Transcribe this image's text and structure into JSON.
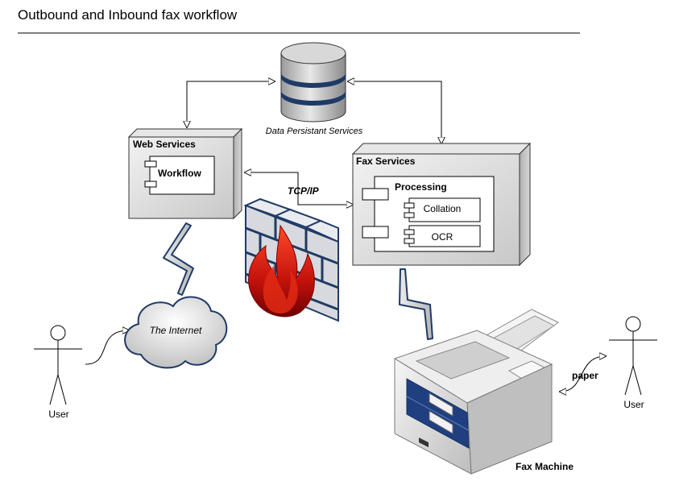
{
  "title": "Outbound and Inbound fax workflow",
  "nodes": {
    "database": {
      "label": "Data Persistant Services",
      "icon": "database-cylinder-icon"
    },
    "web_services": {
      "label": "Web Services",
      "component": "Workflow"
    },
    "fax_services": {
      "label": "Fax Services",
      "component": "Processing",
      "subcomponents": [
        "Collation",
        "OCR"
      ]
    },
    "internet": {
      "label": "The Internet",
      "icon": "cloud-icon"
    },
    "firewall": {
      "icon": "firewall-icon"
    },
    "fax_machine": {
      "label": "Fax Machine",
      "icon": "fax-machine-icon"
    },
    "user_left": {
      "label": "User",
      "icon": "stick-figure-icon"
    },
    "user_right": {
      "label": "User",
      "icon": "stick-figure-icon"
    }
  },
  "connections": {
    "tcp_ip_label": "TCP/IP",
    "paper_label": "paper"
  },
  "colors": {
    "node_fill": "#dcdcdc",
    "box_border": "#000000",
    "db_blue": "#1f3a66",
    "fire_red": "#c4120c",
    "brick": "#d7d9de",
    "fax_panel": "#1f3f80"
  }
}
